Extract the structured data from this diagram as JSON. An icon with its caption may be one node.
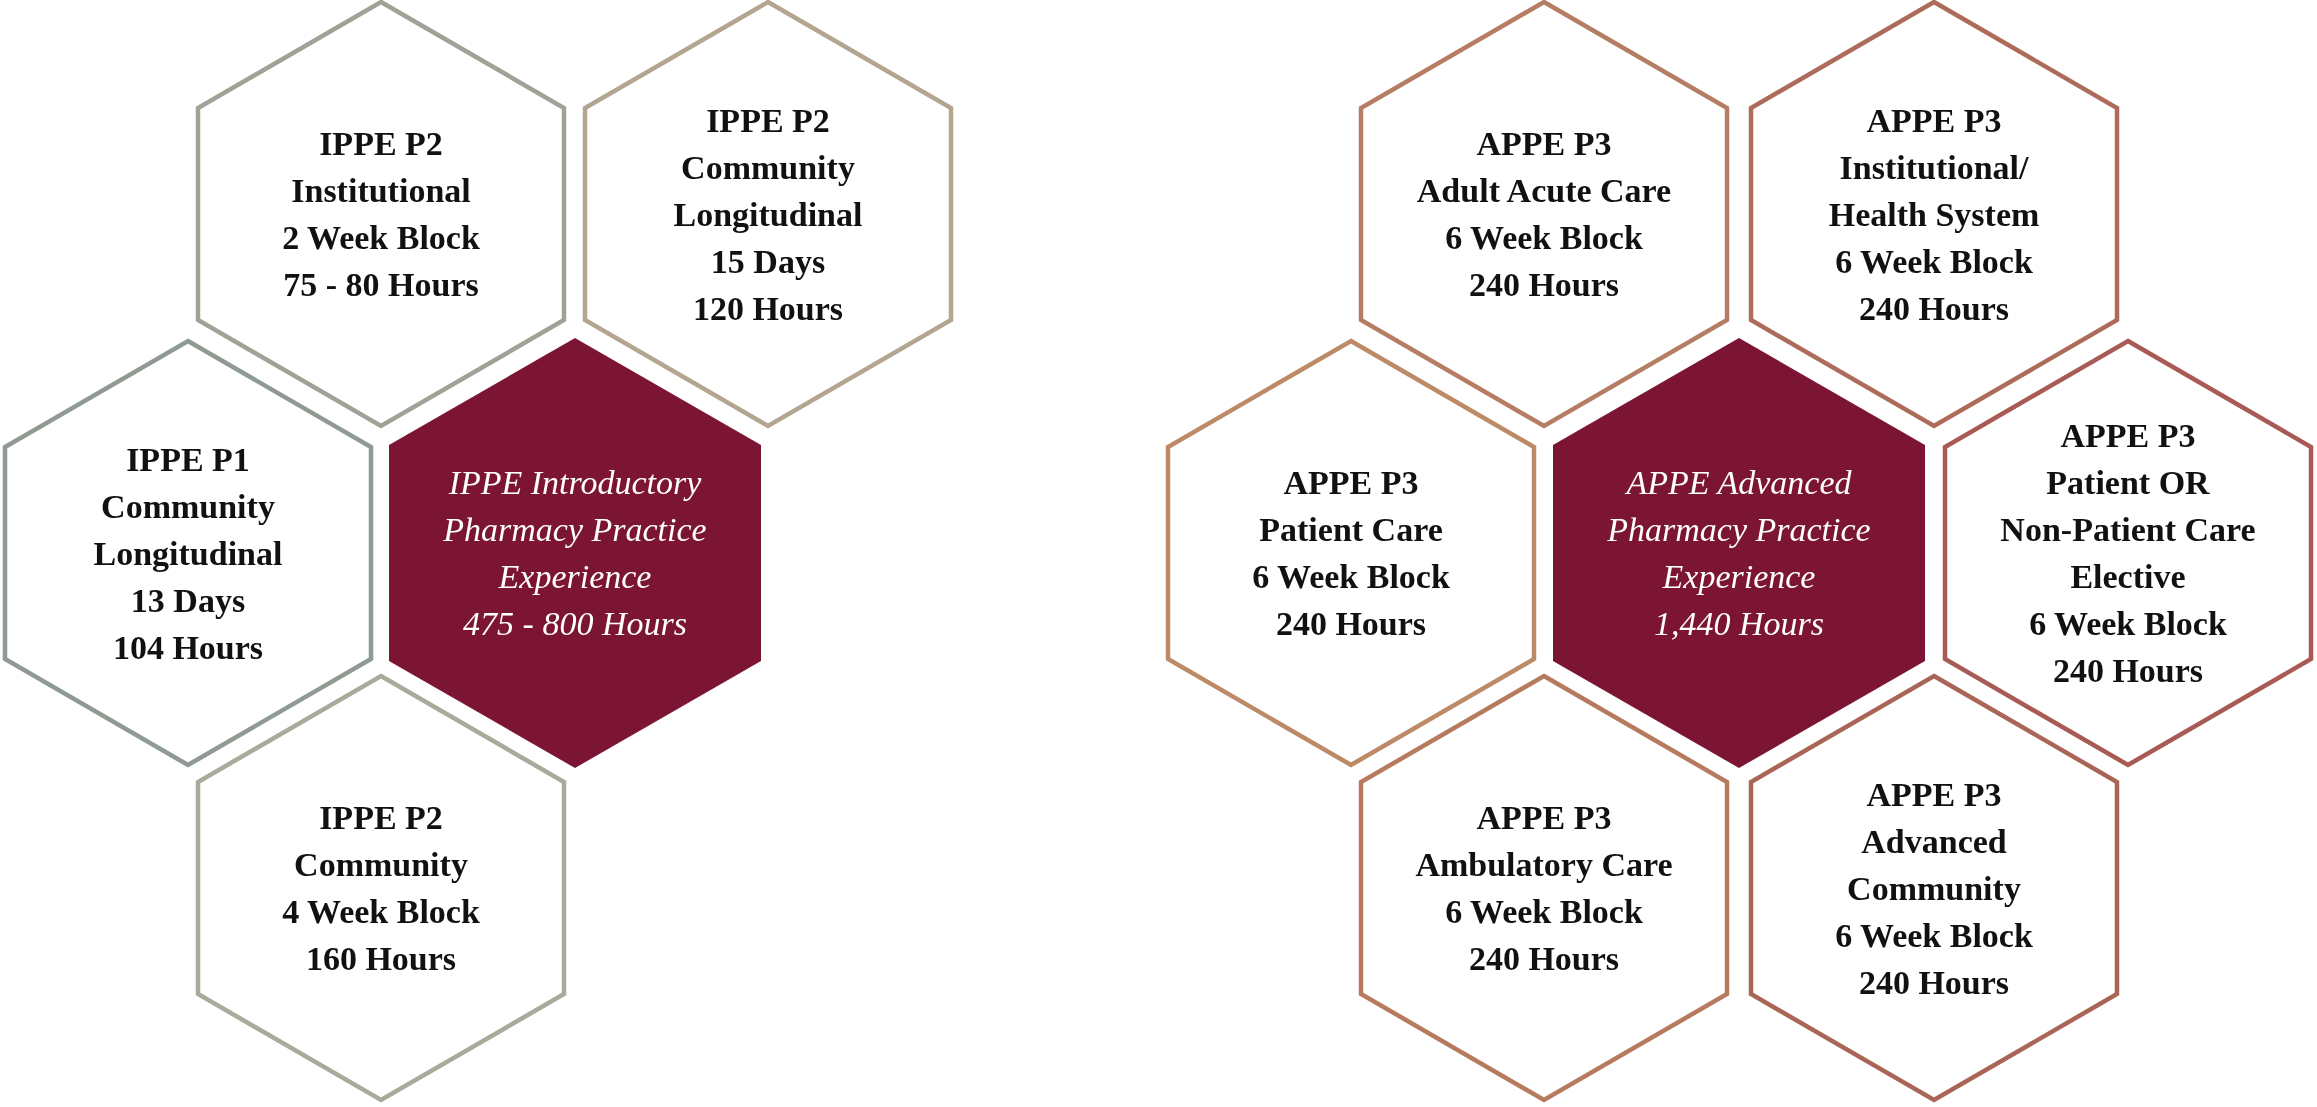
{
  "diagram": {
    "nodes": [
      {
        "text": [
          "IPPE P2",
          "Institutional",
          "2 Week Block",
          "75 - 80 Hours"
        ]
      },
      {
        "text": [
          "IPPE P2",
          "Community",
          "Longitudinal",
          "15 Days",
          "120 Hours"
        ]
      },
      {
        "text": [
          "IPPE P1",
          "Community",
          "Longitudinal",
          "13 Days",
          "104 Hours"
        ]
      },
      {
        "text": [
          "IPPE Introductory Pharmacy Practice Experience",
          "475 - 800 Hours"
        ]
      },
      {
        "text": [
          "IPPE P2",
          "Community",
          "4 Week Block",
          "160 Hours"
        ]
      },
      {
        "text": [
          "APPE P3",
          "Adult Acute Care",
          "6 Week Block",
          "240 Hours"
        ]
      },
      {
        "text": [
          "APPE P3",
          "Institutional/ Health System",
          "6 Week Block",
          "240 Hours"
        ]
      },
      {
        "text": [
          "APPE P3",
          "Patient Care",
          "6 Week Block",
          "240 Hours"
        ]
      },
      {
        "text": [
          "APPE Advanced Pharmacy Practice Experience",
          "1,440 Hours"
        ]
      },
      {
        "text": [
          "APPE P3",
          "Patient OR",
          "Non-Patient Care",
          "Elective",
          "6 Week Block",
          "240 Hours"
        ]
      },
      {
        "text": [
          "APPE P3",
          "Ambulatory Care",
          "6 Week Block",
          "240 Hours"
        ]
      },
      {
        "text": [
          "APPE P3",
          "Advanced",
          "Community",
          "6 Week Block",
          "240 Hours"
        ]
      }
    ],
    "edges": []
  }
}
